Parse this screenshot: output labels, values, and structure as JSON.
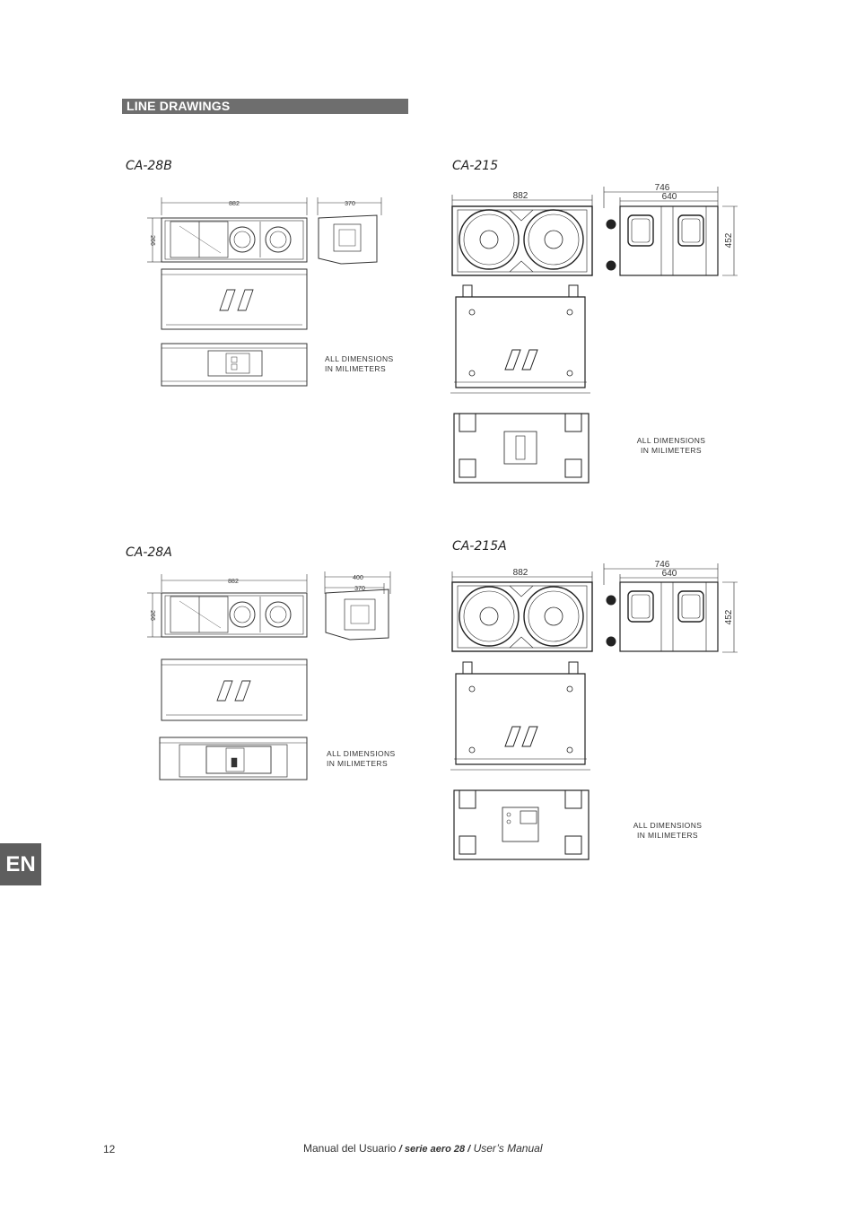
{
  "section": {
    "title": "LINE DRAWINGS"
  },
  "drawings": {
    "ca28b": {
      "title": "CA-28B",
      "width_dim": "882",
      "depth_dim": "370",
      "height_dim": "266",
      "note_line1": "ALL  DIMENSIONS",
      "note_line2": "IN  MILIMETERS"
    },
    "ca215": {
      "title": "CA-215",
      "width_dim": "882",
      "depth_outer_dim": "746",
      "depth_inner_dim": "640",
      "height_dim": "452",
      "note_line1": "ALL DIMENSIONS",
      "note_line2": "IN MILIMETERS"
    },
    "ca28a": {
      "title": "CA-28A",
      "width_dim": "882",
      "depth_outer_dim": "400",
      "depth_inner_dim": "370",
      "height_dim": "266",
      "note_line1": "ALL  DIMENSIONS",
      "note_line2": "IN  MILIMETERS"
    },
    "ca215a": {
      "title": "CA-215A",
      "width_dim": "882",
      "depth_outer_dim": "746",
      "depth_inner_dim": "640",
      "height_dim": "452",
      "note_line1": "ALL DIMENSIONS",
      "note_line2": "IN MILIMETERS"
    }
  },
  "language_tab": "EN",
  "footer": {
    "page_number": "12",
    "text_part1": "Manual  del  Usuario ",
    "text_part2": "/ serie aero 28 /",
    "text_part3": " User’s  Manual"
  }
}
